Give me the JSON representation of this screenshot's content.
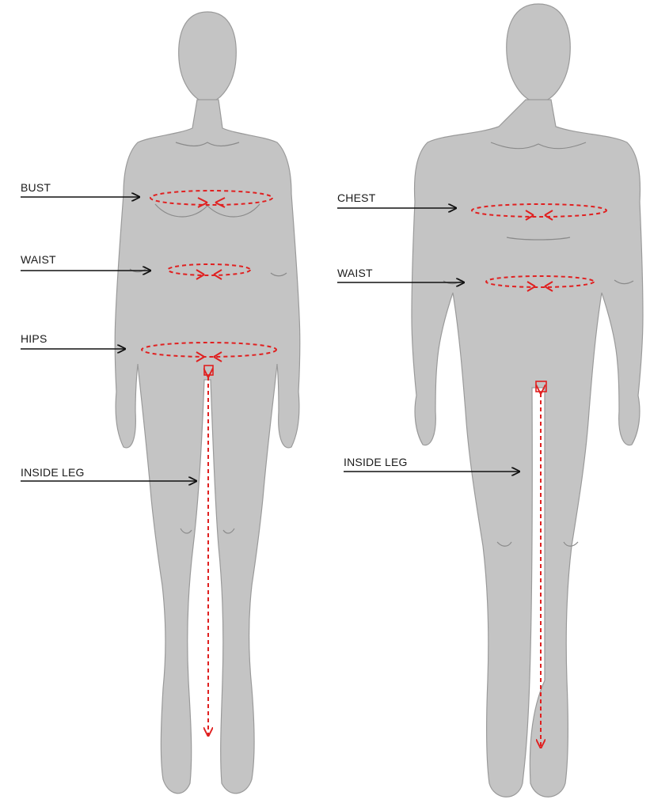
{
  "figures": {
    "female": {
      "labels": {
        "bust": "BUST",
        "waist": "WAIST",
        "hips": "HIPS",
        "inside_leg": "INSIDE LEG"
      }
    },
    "male": {
      "labels": {
        "chest": "CHEST",
        "waist": "WAIST",
        "inside_leg": "INSIDE LEG"
      }
    }
  },
  "colors": {
    "body": "#c4c4c4",
    "outline": "#9a9a9a",
    "measurement": "#e02020",
    "pointer": "#111111"
  }
}
